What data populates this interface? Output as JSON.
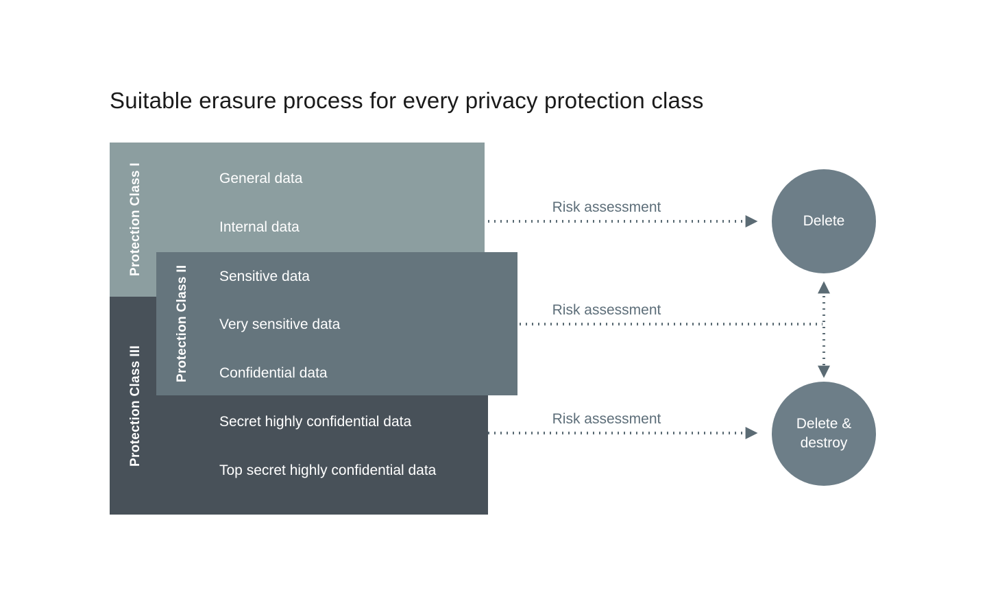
{
  "title": "Suitable erasure process for every privacy protection class",
  "palette": {
    "class1_bg": "#8c9ea0",
    "class2_bg": "#65757d",
    "class3_bg": "#485159",
    "circle_bg": "#6d7e88",
    "arrow_color": "#5b6b74",
    "risk_label_color": "#5d6e79",
    "title_color": "#1a1a1a",
    "box_text_color": "#ffffff"
  },
  "boxes": {
    "class1": {
      "label": "Protection Class I",
      "items": [
        "General data",
        "Internal data"
      ]
    },
    "class2": {
      "label": "Protection Class II",
      "items": [
        "Sensitive data",
        "Very sensitive data",
        "Confidential data"
      ]
    },
    "class3": {
      "label": "Protection Class III",
      "items": [
        "Secret highly confidential data",
        "Top secret highly confidential data"
      ]
    }
  },
  "arrows": [
    {
      "label": "Risk assessment"
    },
    {
      "label": "Risk assessment"
    },
    {
      "label": "Risk assessment"
    }
  ],
  "circles": {
    "delete": {
      "label": "Delete"
    },
    "delete_destroy": {
      "line1": "Delete &",
      "line2": "destroy"
    }
  }
}
